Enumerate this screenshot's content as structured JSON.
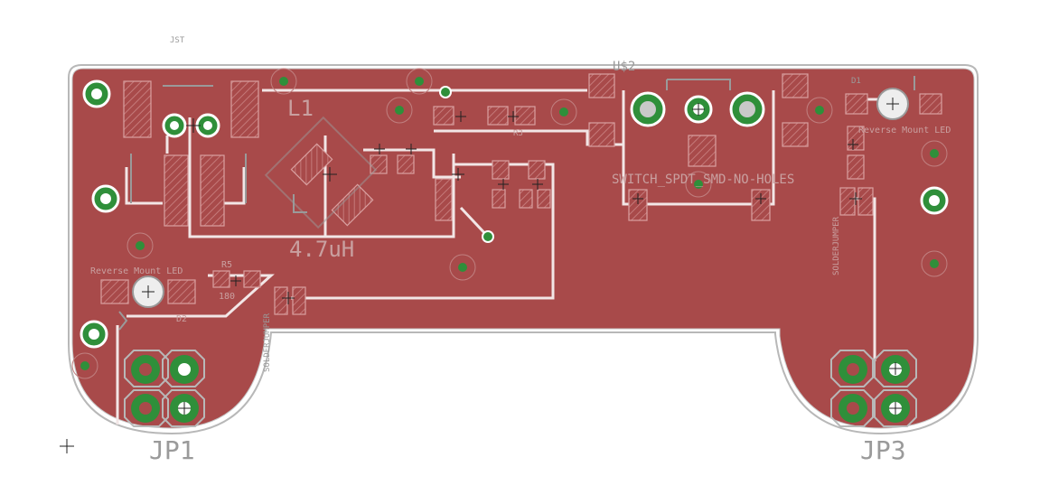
{
  "labels": {
    "jst": "JST",
    "l1": "L1",
    "inductor_value": "4.7uH",
    "u2": "U$2",
    "switch": "SWITCH_SPDT_SMD-NO-HOLES",
    "reverse_led_left": "Reverse Mount LED",
    "reverse_led_right": "Reverse Mount LED",
    "r5": "R5",
    "r5_value": "180",
    "d2": "D2",
    "d1": "D1",
    "r3": "R3",
    "jp1": "JP1",
    "jp3": "JP3",
    "solder_jumper_left": "SOLDERJUMPER",
    "solder_jumper_right": "SOLDERJUMPER"
  },
  "colors": {
    "copper": "#a84a4a",
    "outline": "#b8b8b8",
    "trace_clearance": "#f2e6e6",
    "via": "#2f8f3a",
    "pad_hatch": "#b06060",
    "silk": "#9a9a9a"
  },
  "icons": {
    "origin_marker": "crosshair-icon"
  }
}
